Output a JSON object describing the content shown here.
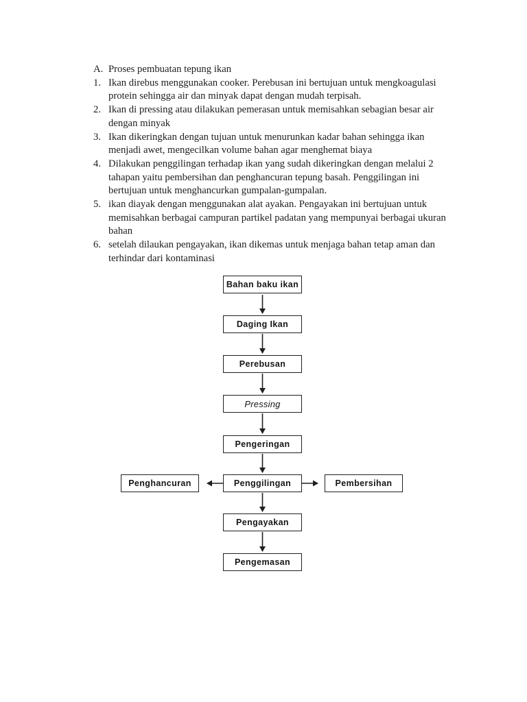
{
  "doc": {
    "heading": {
      "label": "A.",
      "title": "Proses pembuatan tepung ikan"
    },
    "items": [
      {
        "num": "1.",
        "text": "Ikan direbus menggunakan cooker. Perebusan ini bertujuan untuk mengkoagulasi protein sehingga air dan minyak dapat dengan mudah terpisah."
      },
      {
        "num": "2.",
        "text": "Ikan di pressing atau dilakukan pemerasan untuk memisahkan sebagian besar air dengan minyak"
      },
      {
        "num": "3.",
        "text": "Ikan dikeringkan dengan tujuan untuk menurunkan kadar bahan sehingga ikan menjadi awet, mengecilkan volume bahan agar menghemat biaya"
      },
      {
        "num": "4.",
        "text": "Dilakukan penggilingan terhadap ikan yang sudah dikeringkan dengan melalui 2 tahapan yaitu pembersihan dan penghancuran tepung basah. Penggilingan ini bertujuan untuk menghancurkan gumpalan-gumpalan."
      },
      {
        "num": "5.",
        "text": "ikan diayak dengan menggunakan alat ayakan. Pengayakan ini bertujuan untuk memisahkan berbagai campuran partikel padatan yang mempunyai berbagai ukuran bahan"
      },
      {
        "num": "6.",
        "text": "setelah dilaukan pengayakan, ikan dikemas untuk menjaga bahan tetap aman dan terhindar dari kontaminasi"
      }
    ]
  },
  "flowchart": {
    "nodes": [
      {
        "id": "bahan-baku-ikan",
        "label": "Bahan baku ikan",
        "style": "bold"
      },
      {
        "id": "daging-ikan",
        "label": "Daging Ikan",
        "style": "bold"
      },
      {
        "id": "perebusan",
        "label": "Perebusan",
        "style": "bold"
      },
      {
        "id": "pressing",
        "label": "Pressing",
        "style": "italic"
      },
      {
        "id": "pengeringan",
        "label": "Pengeringan",
        "style": "bold"
      },
      {
        "id": "penghancuran",
        "label": "Penghancuran",
        "style": "bold"
      },
      {
        "id": "penggilingan",
        "label": "Penggilingan",
        "style": "bold"
      },
      {
        "id": "pembersihan",
        "label": "Pembersihan",
        "style": "bold"
      },
      {
        "id": "pengayakan",
        "label": "Pengayakan",
        "style": "bold"
      },
      {
        "id": "pengemasan",
        "label": "Pengemasan",
        "style": "bold"
      }
    ],
    "edges": [
      {
        "from": "bahan-baku-ikan",
        "to": "daging-ikan",
        "direction": "down"
      },
      {
        "from": "daging-ikan",
        "to": "perebusan",
        "direction": "down"
      },
      {
        "from": "perebusan",
        "to": "pressing",
        "direction": "down"
      },
      {
        "from": "pressing",
        "to": "pengeringan",
        "direction": "down"
      },
      {
        "from": "pengeringan",
        "to": "penggilingan",
        "direction": "down"
      },
      {
        "from": "penggilingan",
        "to": "penghancuran",
        "direction": "left"
      },
      {
        "from": "penggilingan",
        "to": "pembersihan",
        "direction": "right"
      },
      {
        "from": "penggilingan",
        "to": "pengayakan",
        "direction": "down"
      },
      {
        "from": "pengayakan",
        "to": "pengemasan",
        "direction": "down"
      }
    ],
    "colors": {
      "border": "#1f1f1f",
      "arrow": "#1f1f1f",
      "text": "#151515",
      "background": "#ffffff"
    }
  }
}
